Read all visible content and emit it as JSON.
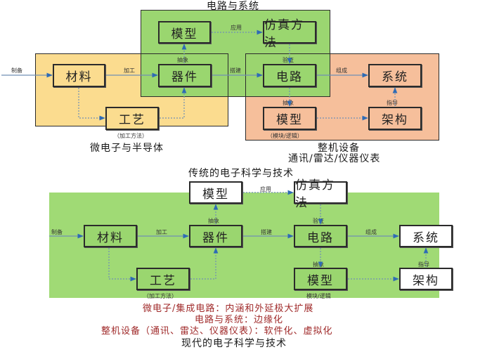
{
  "colors": {
    "materials_region": "#fbdc8f",
    "circuit_region": "#9ad66f",
    "equipment_region": "#f6bf9b",
    "modern_region": "#a0da75",
    "arrow": "#2e6bb5",
    "red_text": "#a02a2a"
  },
  "traditional": {
    "title": "传统的电子科学与技术",
    "regions": {
      "circuit_system": "电路与系统",
      "micro_semiconductor": "微电子与半导体",
      "equipment": "整机设备",
      "equipment_sub": "通讯/雷达/仪器仪表"
    },
    "nodes": {
      "model_top": "模型",
      "simulation": "仿真方法",
      "material": "材料",
      "device": "器件",
      "circuit": "电路",
      "system": "系统",
      "process": "工艺",
      "model_bottom": "模型",
      "architecture": "架构"
    },
    "sublabels": {
      "process": "（加工方法）",
      "model_bottom": "（模块/逻辑）"
    },
    "edges": {
      "prepare": "制备",
      "fabricate": "加工",
      "abstract_up": "抽象",
      "apply": "应用",
      "verify": "验证",
      "build": "搭建",
      "compose": "组成",
      "abstract_down": "抽象",
      "guide": "指导"
    }
  },
  "modern": {
    "title": "现代的电子科学与技术",
    "nodes": {
      "model_top": "模型",
      "simulation": "仿真方法",
      "material": "材料",
      "device": "器件",
      "circuit": "电路",
      "system": "系统",
      "process": "工艺",
      "model_bottom": "模型",
      "architecture": "架构"
    },
    "sublabels": {
      "process": "（加工方法）",
      "model_bottom": "模块/逻辑"
    },
    "edges": {
      "prepare": "制备",
      "fabricate": "加工",
      "abstract_up": "抽象",
      "apply": "应用",
      "verify": "验证",
      "build": "搭建",
      "compose": "组成",
      "abstract_down": "抽象",
      "guide": "指导"
    },
    "notes": [
      "微电子/集成电路：内涵和外延极大扩展",
      "电路与系统：边缘化",
      "整机设备（通讯、雷达、仪器仪表）：软件化、虚拟化"
    ]
  }
}
